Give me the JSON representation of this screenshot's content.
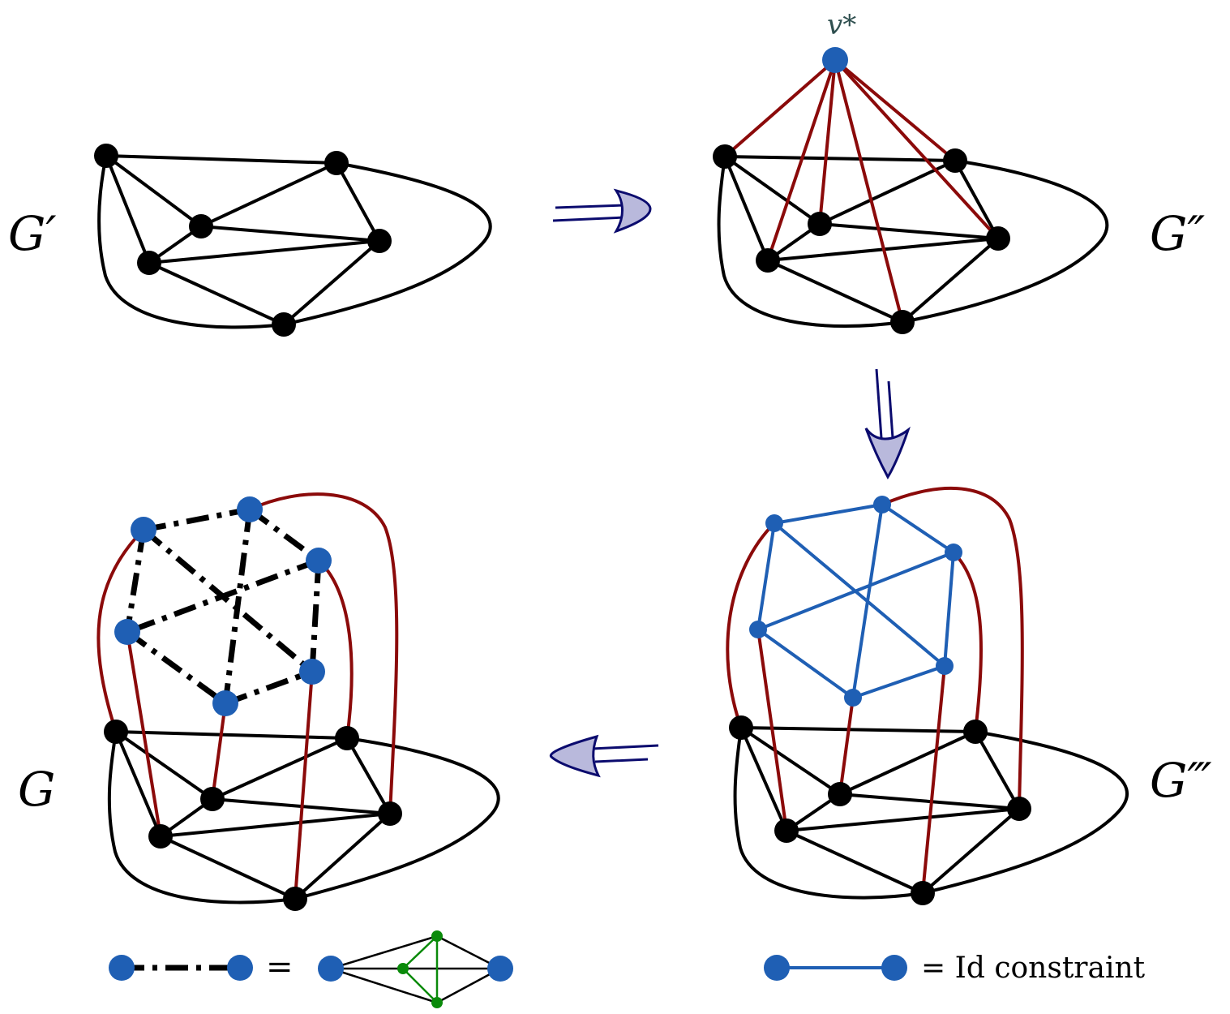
{
  "labels": {
    "g_prime": "G′",
    "g_double": "G″",
    "g_triple": "G‴",
    "g": "G",
    "v_star": "v*",
    "legend_equals": "=",
    "legend_id": "= Id constraint"
  },
  "colors": {
    "black": "#000000",
    "red": "#8b0a0a",
    "blue": "#1f5fb4",
    "green": "#0a8a0a",
    "arrow_outline": "#0b0b6e",
    "arrow_fill": "#b9b9dc"
  },
  "icons": {
    "arrows": [
      "right-arrow-icon",
      "down-arrow-icon",
      "left-arrow-icon"
    ]
  }
}
